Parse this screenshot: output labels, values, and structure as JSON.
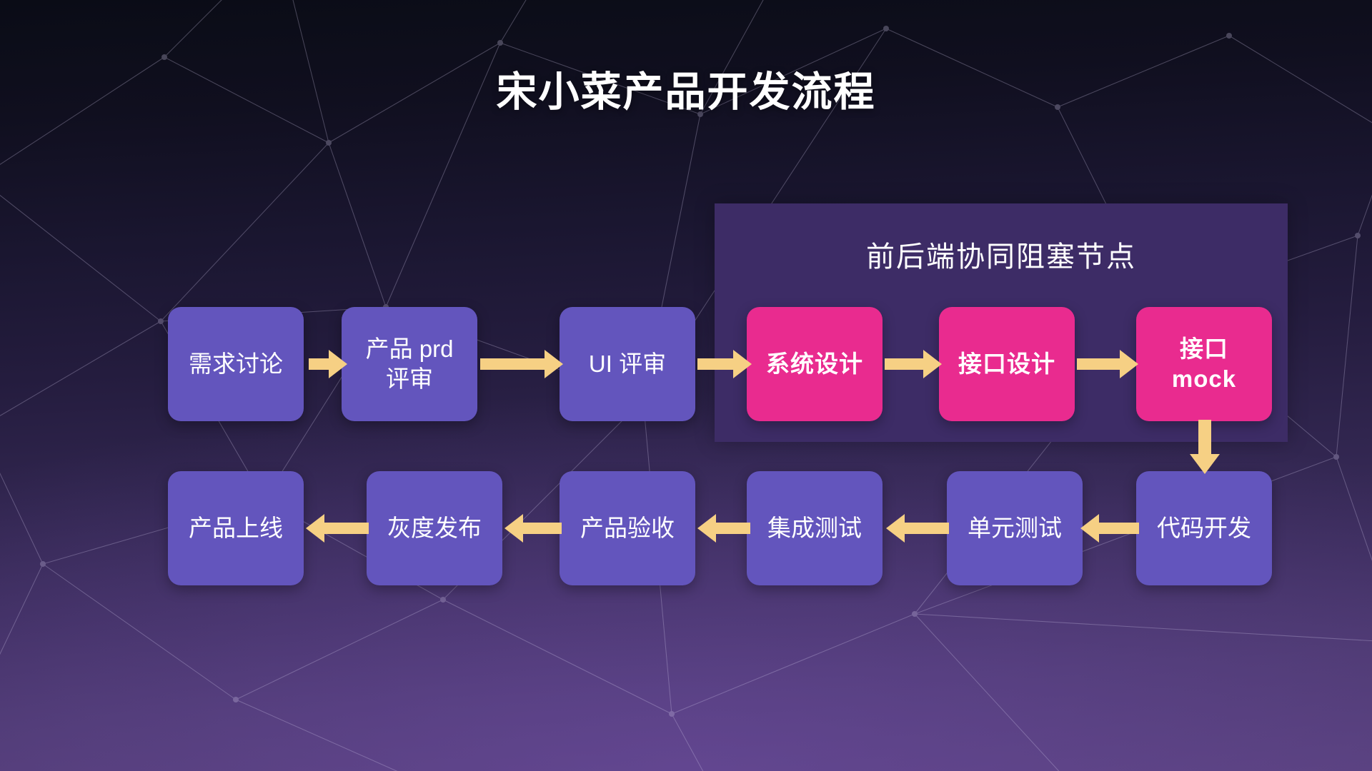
{
  "slide": {
    "title": "宋小菜产品开发流程",
    "background_top_color": "#0a0c16",
    "background_bottom_color": "#553f77"
  },
  "highlight_panel": {
    "label": "前后端协同阻塞节点",
    "background_color": "#3d2c66",
    "covers_nodes": [
      "系统设计",
      "接口设计",
      "接口\nmock"
    ]
  },
  "palette": {
    "node_purple": "#6355bd",
    "node_pink": "#e92b8f",
    "arrow_yellow": "#f6d084",
    "text_white": "#ffffff"
  },
  "flow": {
    "row1": [
      {
        "id": "n1",
        "label": "需求讨论",
        "style": "purple"
      },
      {
        "id": "n2",
        "label": "产品 prd\n评审",
        "style": "purple"
      },
      {
        "id": "n3",
        "label": "UI 评审",
        "style": "purple"
      },
      {
        "id": "n4",
        "label": "系统设计",
        "style": "pink"
      },
      {
        "id": "n5",
        "label": "接口设计",
        "style": "pink"
      },
      {
        "id": "n6",
        "label": "接口\nmock",
        "style": "pink"
      }
    ],
    "row2": [
      {
        "id": "n7",
        "label": "产品上线",
        "style": "purple"
      },
      {
        "id": "n8",
        "label": "灰度发布",
        "style": "purple"
      },
      {
        "id": "n9",
        "label": "产品验收",
        "style": "purple"
      },
      {
        "id": "n10",
        "label": "集成测试",
        "style": "purple"
      },
      {
        "id": "n11",
        "label": "单元测试",
        "style": "purple"
      },
      {
        "id": "n12",
        "label": "代码开发",
        "style": "purple"
      }
    ],
    "arrows": [
      {
        "from": "n1",
        "to": "n2",
        "direction": "right"
      },
      {
        "from": "n2",
        "to": "n3",
        "direction": "right"
      },
      {
        "from": "n3",
        "to": "n4",
        "direction": "right"
      },
      {
        "from": "n4",
        "to": "n5",
        "direction": "right"
      },
      {
        "from": "n5",
        "to": "n6",
        "direction": "right"
      },
      {
        "from": "n6",
        "to": "n12",
        "direction": "down"
      },
      {
        "from": "n12",
        "to": "n11",
        "direction": "left"
      },
      {
        "from": "n11",
        "to": "n10",
        "direction": "left"
      },
      {
        "from": "n10",
        "to": "n9",
        "direction": "left"
      },
      {
        "from": "n9",
        "to": "n8",
        "direction": "left"
      },
      {
        "from": "n8",
        "to": "n7",
        "direction": "left"
      }
    ]
  }
}
